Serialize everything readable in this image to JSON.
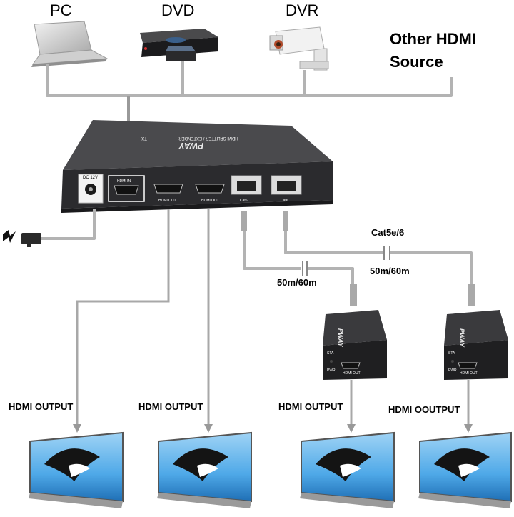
{
  "sources": {
    "pc": "PC",
    "dvd": "DVD",
    "dvr": "DVR",
    "other_line1": "Other HDMI",
    "other_line2": "Source"
  },
  "splitter": {
    "brand": "PWAY",
    "subtitle": "HDMI SPLITTER / EXTENDER",
    "badge": "TX",
    "dc_label": "DC 12V",
    "hdmi_in": "HDMI IN",
    "hdmi_out": "HDMI OUT",
    "cat6": "Cat6"
  },
  "links": {
    "cable_type": "Cat5e/6",
    "distance": "50m/60m"
  },
  "receiver": {
    "brand": "PWAY",
    "sta": "STA",
    "pwr": "PWR",
    "hdmi_out": "HDMI OUT"
  },
  "outputs": [
    {
      "label": "HDMI OUTPUT"
    },
    {
      "label": "HDMI OUTPUT"
    },
    {
      "label": "HDMI OUTPUT"
    },
    {
      "label": "HDMI OOUTPUT"
    }
  ],
  "colors": {
    "wire": "#b3b3b3",
    "device": "#3a3a3c",
    "device_face": "#1f1f21",
    "tv_sky": "#4fa9e8",
    "arrow": "#999999"
  }
}
